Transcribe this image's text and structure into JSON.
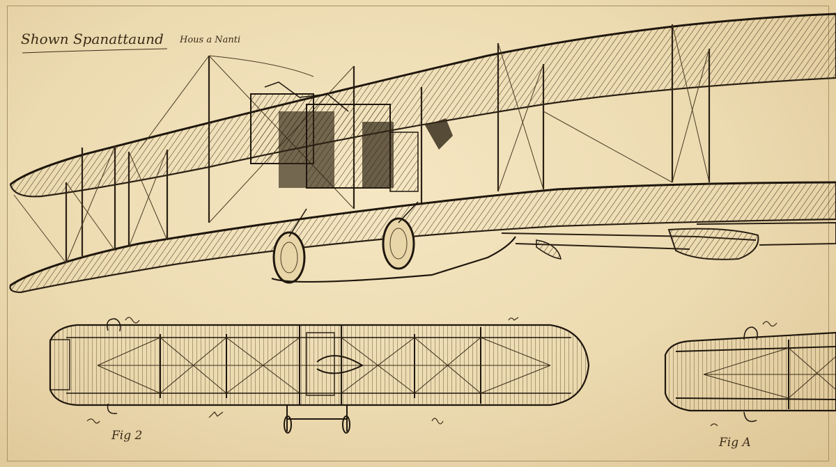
{
  "annotations": {
    "title": "Shown Spanattaund",
    "subtitle": "Hous a Nanti",
    "figure_1": "Fig 2",
    "figure_2": "Fig A"
  },
  "colors": {
    "paper": "#efdfb6",
    "ink": "#2a2014",
    "faded_ink": "#6b5a3e"
  }
}
